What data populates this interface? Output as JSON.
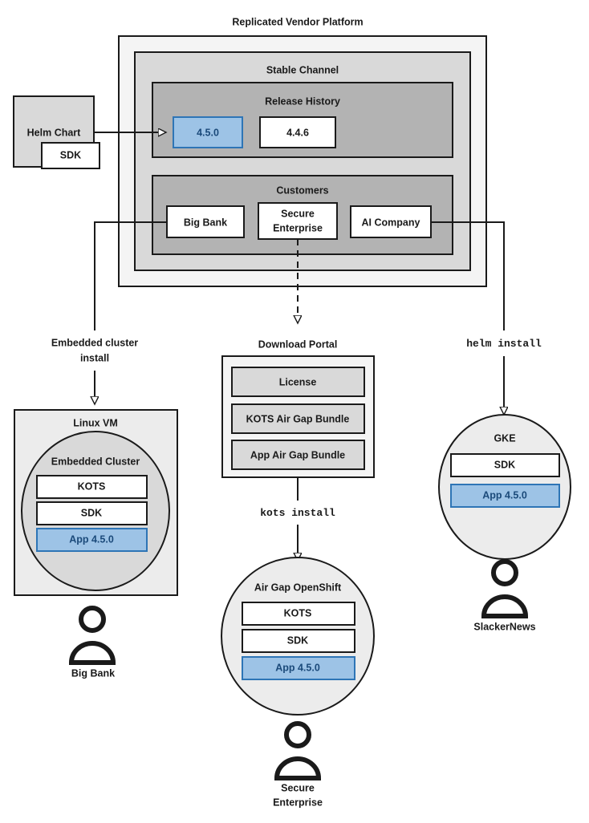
{
  "diagram": {
    "title": "Replicated Vendor Platform",
    "platform": {
      "stable_channel": {
        "label": "Stable Channel",
        "release_history": {
          "label": "Release History",
          "releases": [
            {
              "version": "4.5.0",
              "highlighted": true
            },
            {
              "version": "4.4.6",
              "highlighted": false
            }
          ]
        },
        "customers": {
          "label": "Customers",
          "items": [
            {
              "name": "Big Bank"
            },
            {
              "name": "Secure",
              "name2": "Enterprise"
            },
            {
              "name": "AI Company"
            }
          ]
        }
      }
    },
    "helm_chart": {
      "label": "Helm Chart",
      "sdk_label": "SDK"
    },
    "connectors": [
      {
        "id": "embedded-cluster-install",
        "label_line1": "Embedded cluster",
        "label_line2": "install",
        "style": "solid"
      },
      {
        "id": "download-portal-link",
        "label": "",
        "style": "dashed"
      },
      {
        "id": "helm-install",
        "label": "helm install",
        "style": "solid",
        "mono": true
      },
      {
        "id": "kots-install",
        "label": "kots install",
        "style": "solid",
        "mono": true
      }
    ],
    "download_portal": {
      "label": "Download Portal",
      "artifacts": [
        "License",
        "KOTS Air Gap Bundle",
        "App Air Gap Bundle"
      ]
    },
    "targets": [
      {
        "id": "linux-vm",
        "label": "Linux VM",
        "inner_label": "Embedded Cluster",
        "components": [
          {
            "name": "KOTS",
            "highlighted": false
          },
          {
            "name": "SDK",
            "highlighted": false
          },
          {
            "name": "App 4.5.0",
            "highlighted": true
          }
        ],
        "user": "Big Bank"
      },
      {
        "id": "air-gap-openshift",
        "label": "Air Gap OpenShift",
        "components": [
          {
            "name": "KOTS",
            "highlighted": false
          },
          {
            "name": "SDK",
            "highlighted": false
          },
          {
            "name": "App 4.5.0",
            "highlighted": true
          }
        ],
        "user_line1": "Secure",
        "user_line2": "Enterprise"
      },
      {
        "id": "gke",
        "label": "GKE",
        "components": [
          {
            "name": "SDK",
            "highlighted": false
          },
          {
            "name": "App 4.5.0",
            "highlighted": true
          }
        ],
        "user": "SlackerNews"
      }
    ],
    "colors": {
      "highlight_fill": "#9dc3e6",
      "highlight_stroke": "#2e75b6",
      "highlight_text": "#1b4a7a",
      "level1_fill": "#f4f4f4",
      "level2_fill": "#d9d9d9",
      "level3_fill": "#b3b3b3",
      "stroke": "#1a1a1a"
    }
  }
}
